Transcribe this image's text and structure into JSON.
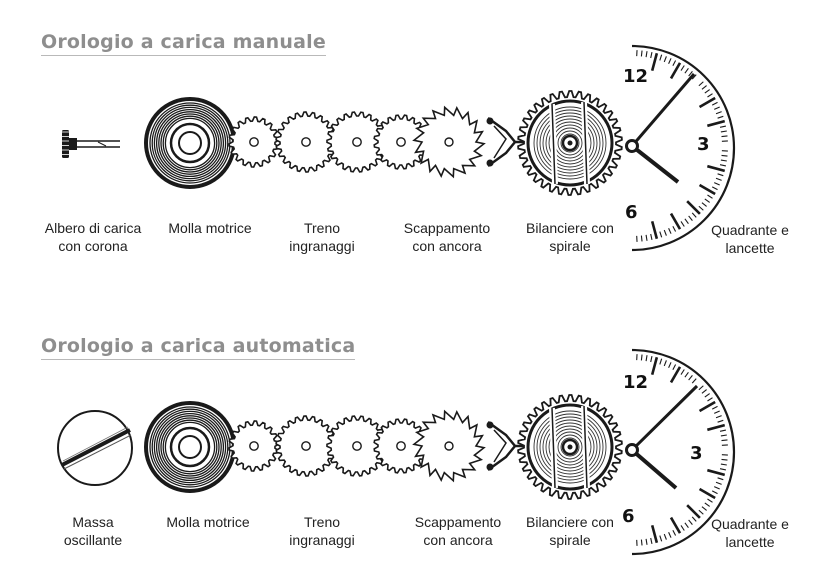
{
  "manual": {
    "title": "Orologio a carica manuale",
    "labels": {
      "crown": [
        "Albero di carica",
        "con corona"
      ],
      "mainspring": [
        "Molla motrice",
        ""
      ],
      "gear_train": [
        "Treno",
        "ingranaggi"
      ],
      "escapement": [
        "Scappamento",
        "con ancora"
      ],
      "balance": [
        "Bilanciere con",
        "spirale"
      ],
      "dial": [
        "Quadrante e",
        "lancette"
      ]
    },
    "dial_numbers": {
      "twelve": "12",
      "three": "3",
      "six": "6"
    }
  },
  "automatic": {
    "title": "Orologio a carica automatica",
    "labels": {
      "rotor": [
        "Massa",
        "oscillante"
      ],
      "mainspring": [
        "Molla motrice",
        ""
      ],
      "gear_train": [
        "Treno",
        "ingranaggi"
      ],
      "escapement": [
        "Scappamento",
        "con ancora"
      ],
      "balance": [
        "Bilanciere con",
        "spirale"
      ],
      "dial": [
        "Quadrante e",
        "lancette"
      ]
    },
    "dial_numbers": {
      "twelve": "12",
      "three": "3",
      "six": "6"
    }
  }
}
